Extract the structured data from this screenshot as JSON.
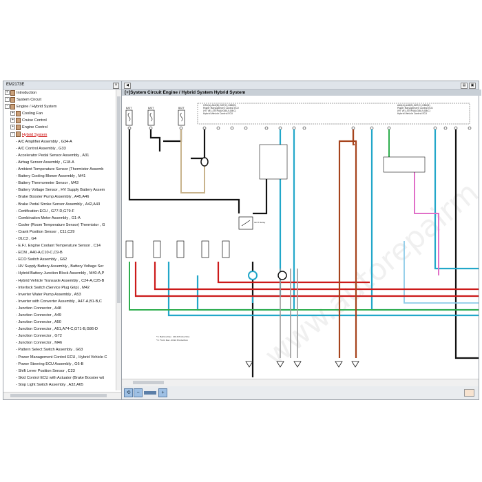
{
  "left_pane": {
    "title": "EM2173E",
    "close_label": "×",
    "tree": [
      {
        "label": "Introduction",
        "level": 0,
        "expander": "+",
        "icon": "book"
      },
      {
        "label": "System Circuit",
        "level": 0,
        "expander": "-",
        "icon": "book"
      },
      {
        "label": "Engine / Hybrid System",
        "level": 1,
        "expander": "-",
        "icon": "book"
      },
      {
        "label": "Cooling Fan",
        "level": 2,
        "expander": "+",
        "icon": "book"
      },
      {
        "label": "Cruise Control",
        "level": 2,
        "expander": "+",
        "icon": "book"
      },
      {
        "label": "Engine Control",
        "level": 2,
        "expander": "+",
        "icon": "book"
      },
      {
        "label": "Hybrid System",
        "level": 2,
        "expander": "-",
        "icon": "book",
        "selected": true
      },
      {
        "label": "- A/C Amplifier Assembly , G34-A",
        "level": 3
      },
      {
        "label": "- A/C Control Assembly , G33",
        "level": 3
      },
      {
        "label": "- Accelerator Pedal Sensor Assembly , A31",
        "level": 3
      },
      {
        "label": "- Airbag Sensor Assembly , G18-A",
        "level": 3
      },
      {
        "label": "- Ambient Temperature Sensor (Thermistor Assemb",
        "level": 3
      },
      {
        "label": "- Battery Cooling Blower Assembly , M41",
        "level": 3
      },
      {
        "label": "- Battery Thermometer Sensor , M43",
        "level": 3
      },
      {
        "label": "- Battery Voltage Sensor , HV Supply Battery Assem",
        "level": 3
      },
      {
        "label": "- Brake Booster Pump Assembly , A45,A46",
        "level": 3
      },
      {
        "label": "- Brake Pedal Stroke Sensor Assembly , A42,A43",
        "level": 3
      },
      {
        "label": "- Certification ECU , G77-D,G79-F",
        "level": 3
      },
      {
        "label": "- Combination Meter Assembly , G1-A",
        "level": 3
      },
      {
        "label": "- Cooler (Room Temperature Sensor) Thermistor , G",
        "level": 3
      },
      {
        "label": "- Crank Position Sensor , C11,C29",
        "level": 3
      },
      {
        "label": "- DLC3 , G4",
        "level": 3
      },
      {
        "label": "- E.F.I. Engine Coolant Temperature Sensor , C14",
        "level": 3
      },
      {
        "label": "- ECM , A40-A,C10-C,C9-B",
        "level": 3
      },
      {
        "label": "- ECO Switch Assembly , G62",
        "level": 3
      },
      {
        "label": "- HV Supply Battery Assembly , Battery Voltage Ser",
        "level": 3
      },
      {
        "label": "- Hybrid Battery Junction Block Assembly , M40-A,P",
        "level": 3
      },
      {
        "label": "- Hybrid Vehicle Transaxle Assembly , C24-A,C25-B",
        "level": 3
      },
      {
        "label": "- Interlock Switch (Service Plug Grip) , M42",
        "level": 3
      },
      {
        "label": "- Inverter Water Pump Assembly , A53",
        "level": 3
      },
      {
        "label": "- Inverter with Converter Assembly , A47-A,B1-B,C",
        "level": 3
      },
      {
        "label": "- Junction Connector , A48",
        "level": 3
      },
      {
        "label": "- Junction Connector , A49",
        "level": 3
      },
      {
        "label": "- Junction Connector , A50",
        "level": 3
      },
      {
        "label": "- Junction Connector , A51,A74-C,G71-B,G86-D",
        "level": 3
      },
      {
        "label": "- Junction Connector , G72",
        "level": 3
      },
      {
        "label": "- Junction Connector , M46",
        "level": 3
      },
      {
        "label": "- Pattern Select Switch Assembly , G63",
        "level": 3
      },
      {
        "label": "- Power Management Control ECU , Hybrid Vehicle C",
        "level": 3
      },
      {
        "label": "- Power Steering ECU Assembly , G6-B",
        "level": 3
      },
      {
        "label": "- Shift Lever Position Sensor , C23",
        "level": 3
      },
      {
        "label": "- Skid Control ECU with Actuator (Brake Booster wit",
        "level": 3
      },
      {
        "label": "- Stop Light Switch Assembly , A32,A65",
        "level": 3
      }
    ]
  },
  "right_pane": {
    "title": "[+]System Circuit  Engine / Hybrid System  Hybrid System",
    "back_label": "◀",
    "diagram": {
      "fuse_labels_top": [
        "BATT",
        "BATT",
        "BATT"
      ],
      "fuse_labels_bottom": [
        "",
        "",
        "",
        "",
        ""
      ],
      "ecu_header_left": "G30(A),A46(B),G87(C),G88(D)\nPower Management Control ECU\n(HT VEL,STEP)(A)/G8(U),G8(C)\nHybrid Vehicle Control ECU",
      "ecu_header_right": "A46(A),A46(B),G87(C),G88(D)\nPower Management Control ECU\n(HT VEL,STEP)(A)/G8(U),G8(C)\nHybrid Vehicle Control ECU",
      "relay_label": "IGCT Relay",
      "footnotes": [
        "*1: Before Dec. 2014 Production",
        "*2: From Dec. 2014 Production"
      ],
      "watermark": "www.autorepairm"
    }
  },
  "colors": {
    "wire_black": "#111111",
    "wire_blue": "#22a7c9",
    "wire_red": "#cc1a1a",
    "wire_green": "#2fae4e",
    "wire_pink": "#e070c8",
    "wire_brown": "#a6431c",
    "wire_gray": "#9a9a9a",
    "wire_tan": "#c8b38c",
    "wire_lightblue": "#8ccbe8"
  }
}
